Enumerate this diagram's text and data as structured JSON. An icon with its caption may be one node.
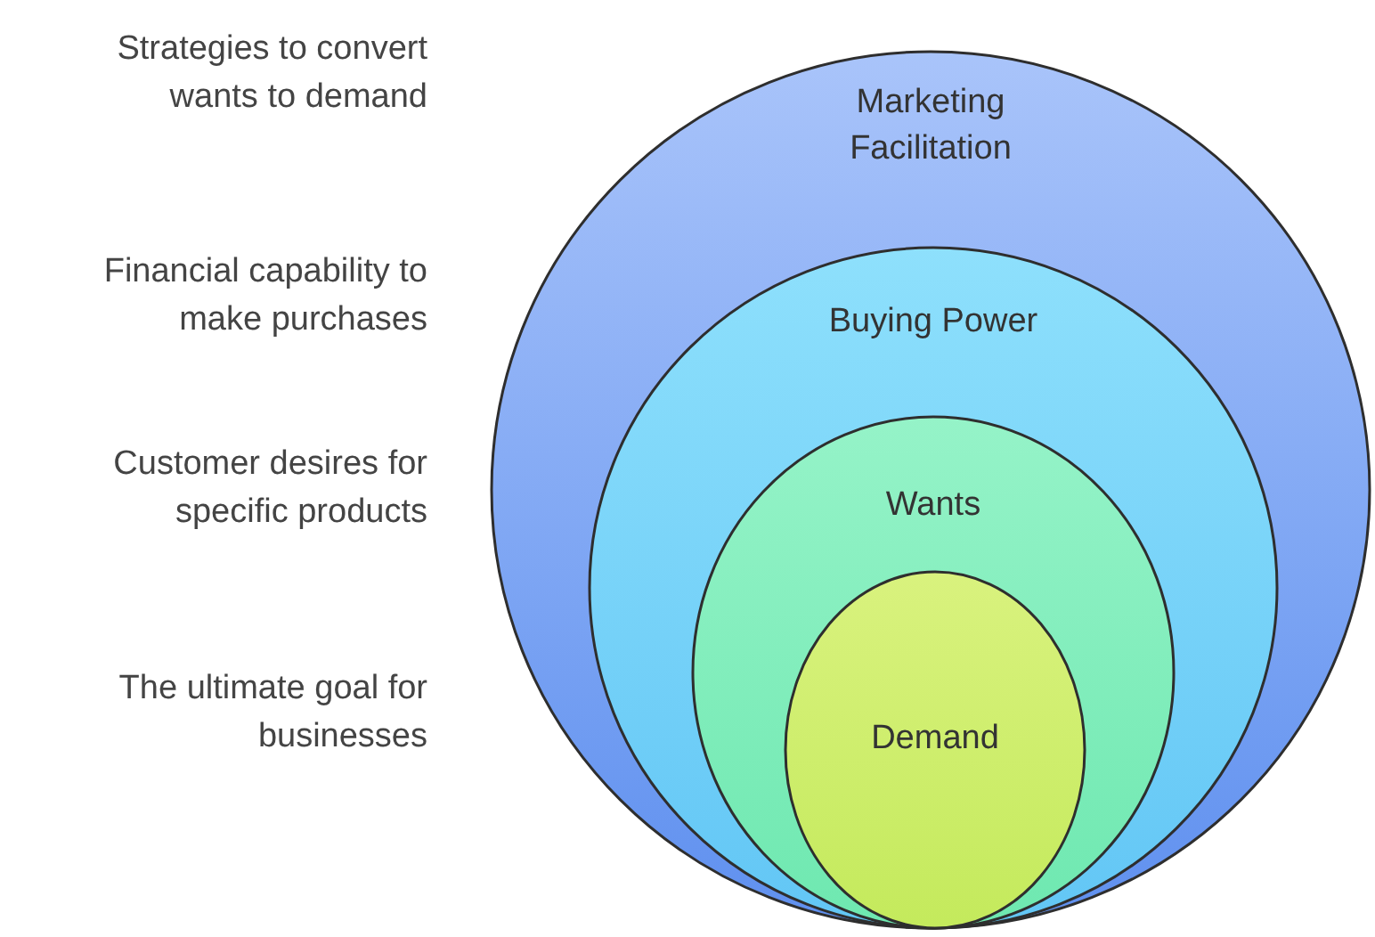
{
  "diagram": {
    "nodes": [
      {
        "text": [
          "Marketing Facilitation"
        ]
      },
      {
        "text": [
          "Buying Power"
        ],
        "in": 0
      },
      {
        "text": [
          "Wants"
        ],
        "in": 1
      },
      {
        "text": [
          "Demand"
        ],
        "in": 2
      }
    ],
    "labels": [
      "Strategies to convert wants to demand",
      "Financial capability to make purchases",
      "Customer desires for specific products",
      "The ultimate goal for businesses"
    ]
  }
}
